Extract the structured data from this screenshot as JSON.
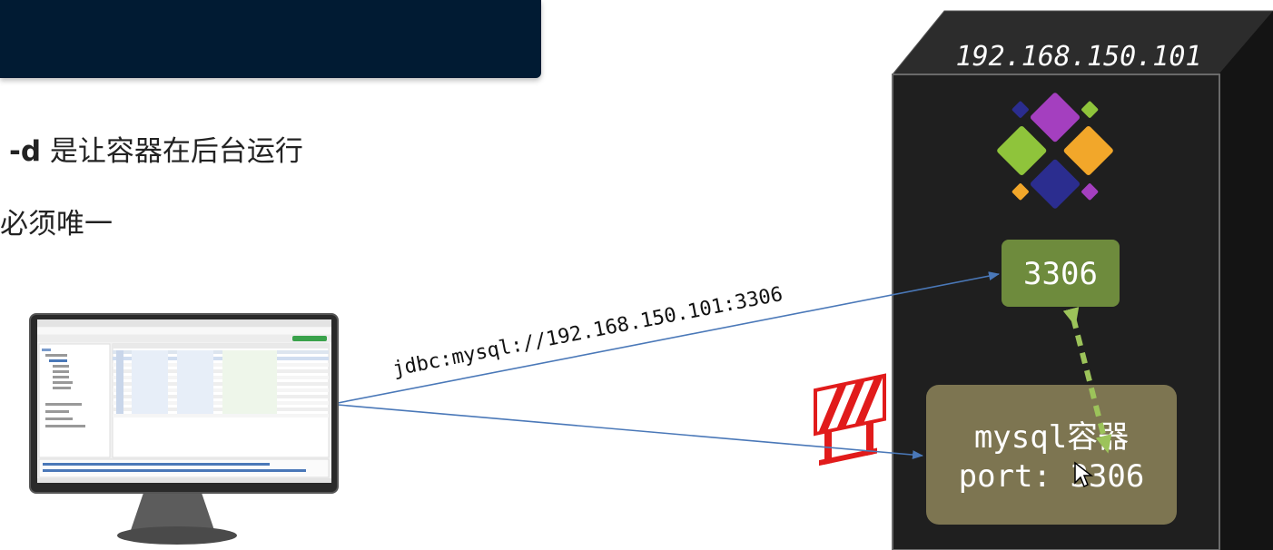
{
  "bullets": {
    "line1_flag": "-d",
    "line1_text": " 是让容器在后台运行",
    "line2_text": "必须唯一"
  },
  "server": {
    "ip": "192.168.150.101",
    "host_port": "3306",
    "container_label": "mysql容器",
    "container_port_line": "port: 3306"
  },
  "connection": {
    "jdbc_url": "jdbc:mysql://192.168.150.101:3306"
  },
  "colors": {
    "header_bg": "#011b33",
    "server_body": "#1f1f1f",
    "server_top": "#2c2c2c",
    "port_box": "#6e8b3d",
    "container_box": "#7d7551",
    "arrow": "#4a78b8",
    "barrier": "#e11b1b",
    "dashed_arrow": "#9cc35a"
  },
  "icons": [
    "docker-logo-icon",
    "monitor-icon",
    "mysql-client-screenshot",
    "firewall-barrier-icon",
    "mouse-cursor-icon"
  ]
}
